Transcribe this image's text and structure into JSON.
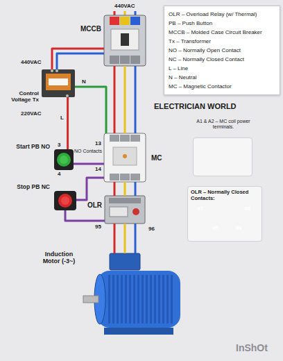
{
  "diagram": {
    "nodes": [
      {
        "text": [
          "OLR – Overload Relay (w/ Thermal)",
          "PB – Push Button",
          "MCCB – Molded Case Circuit Breaker",
          "Tx – Transformer",
          "NO – Normally Open Contact",
          "NC – Normally Closed Contact",
          "L – Line",
          "N – Neutral",
          "MC – Magnetic Contactor"
        ]
      },
      {
        "text": [
          "MCCB"
        ]
      },
      {
        "text": [
          "Control Voltage Tx"
        ]
      },
      {
        "text": [
          "Start PB NO"
        ]
      },
      {
        "text": [
          "MC"
        ]
      },
      {
        "text": [
          "Stop PB NC"
        ]
      },
      {
        "text": [
          "OLR"
        ]
      },
      {
        "text": [
          "Induction Motor (-3~)"
        ]
      },
      {
        "text": [
          "A1 & A2 – MC coil power terminals."
        ]
      },
      {
        "text": [
          "OLR – Normally Closed Contacts:"
        ]
      }
    ],
    "edges": [
      {
        "from": 1,
        "to": 4,
        "arrow": "none"
      },
      {
        "from": 4,
        "to": 6,
        "arrow": "none"
      },
      {
        "from": 6,
        "to": 7,
        "arrow": "none"
      },
      {
        "from": 1,
        "to": 2,
        "arrow": "none"
      },
      {
        "from": 2,
        "to": 3,
        "arrow": "none"
      },
      {
        "from": 2,
        "to": 4,
        "arrow": "none"
      },
      {
        "from": 3,
        "to": 4,
        "arrow": "none"
      },
      {
        "from": 4,
        "to": 5,
        "arrow": "none"
      },
      {
        "from": 5,
        "to": 6,
        "arrow": "none"
      }
    ],
    "labels": [
      "440VAC",
      "440VAC",
      "220VAC",
      "L",
      "N",
      "3",
      "4",
      "13",
      "NO Contacts",
      "14",
      "95",
      "96",
      "ELECTRICIAN WORLD",
      "97",
      "98",
      "95",
      "96",
      "InShOt"
    ]
  }
}
